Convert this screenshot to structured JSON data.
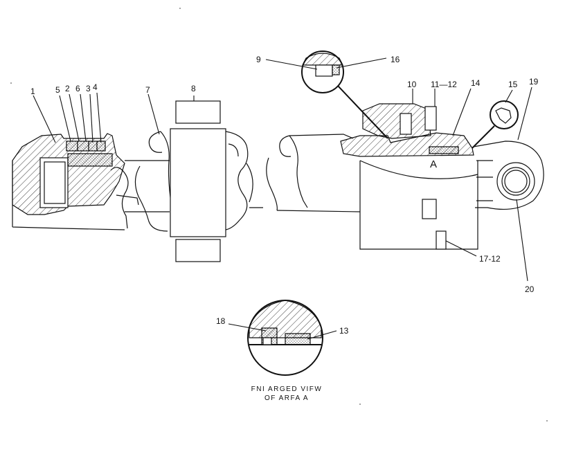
{
  "callouts": {
    "c1": "1",
    "c5": "5",
    "c2": "2",
    "c6": "6",
    "c3": "3",
    "c4": "4",
    "c7": "7",
    "c8": "8",
    "c9": "9",
    "c16": "16",
    "c10": "10",
    "c11_12": "11—12",
    "c14": "14",
    "c15": "15",
    "c19": "19",
    "c17_12": "17-12",
    "c20": "20",
    "c18": "18",
    "c13": "13"
  },
  "area_marker": "A",
  "caption": {
    "line1": "FNI ARGED  VIFW",
    "line2": "OF  ARFA  A"
  }
}
